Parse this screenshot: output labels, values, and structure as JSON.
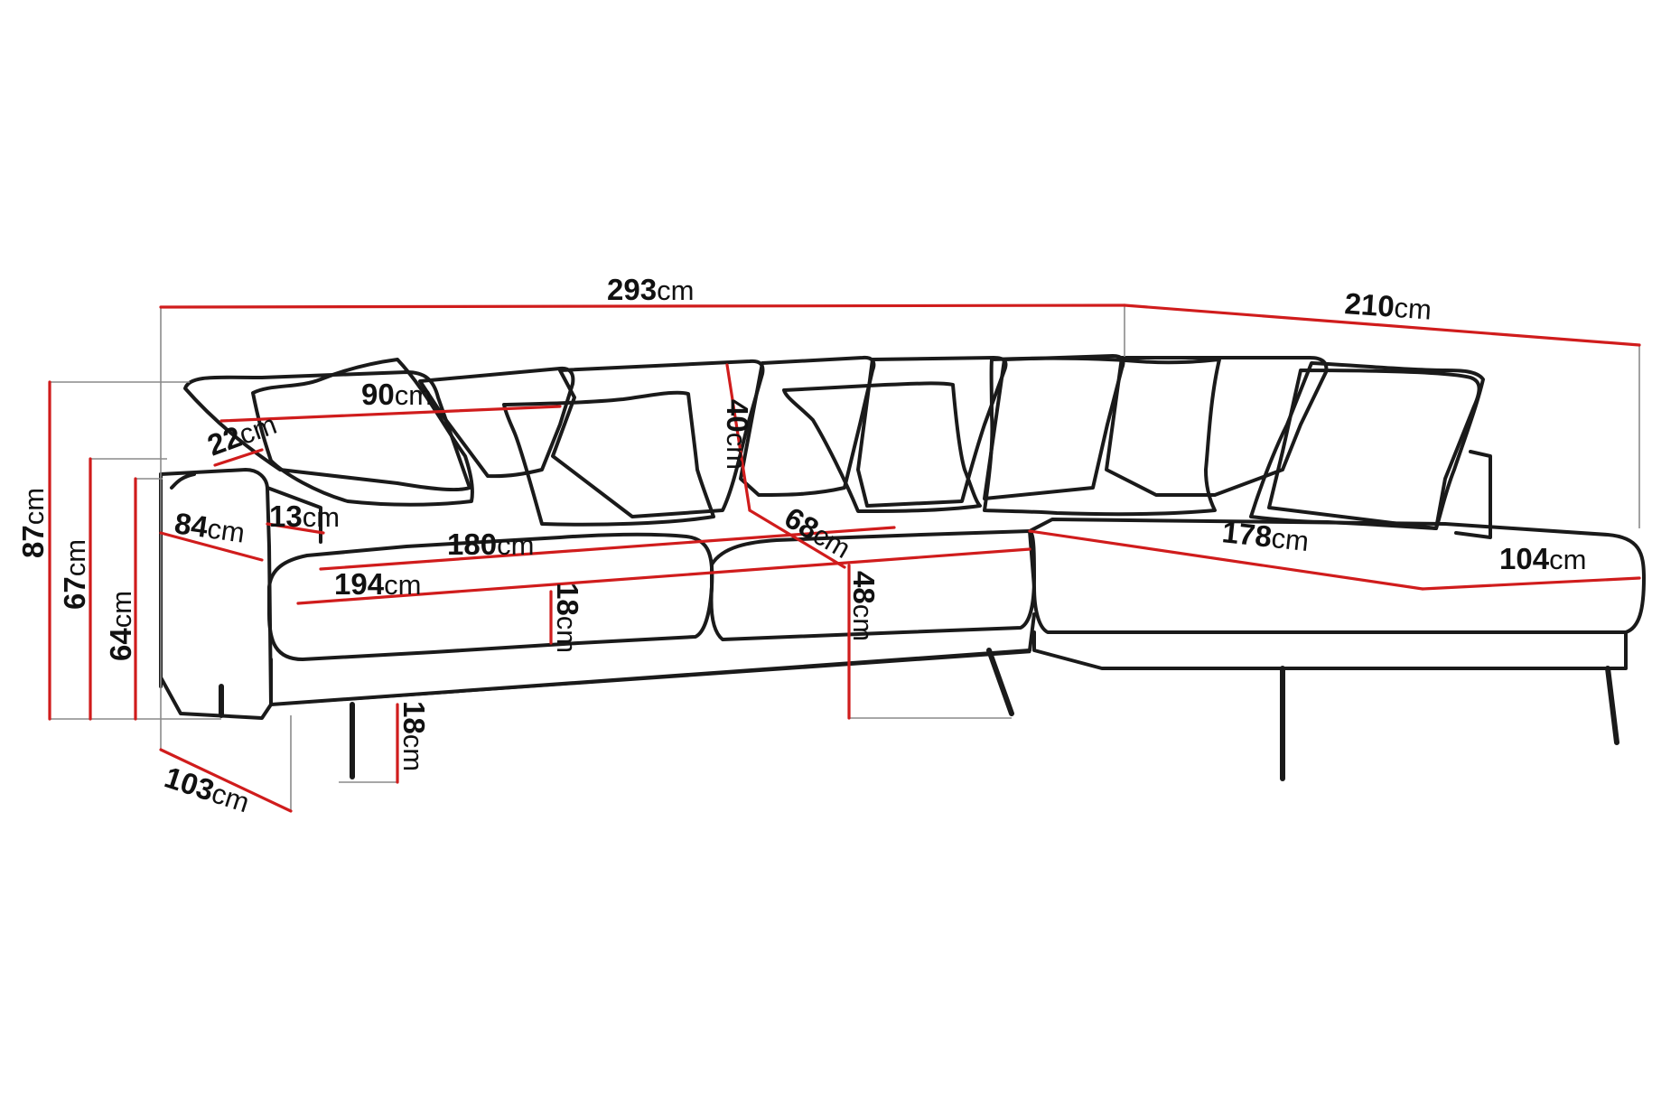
{
  "diagram": {
    "unit": "cm",
    "dimensions": {
      "total_width": "293",
      "chaise_length": "210",
      "pillow_width": "90",
      "pillow_depth": "22",
      "seat_width_back": "180",
      "cushion_length": "194",
      "seat_depth": "68",
      "chaise_width": "178",
      "chaise_depth": "104",
      "arm_depth": "84",
      "arm_width": "13",
      "cushion_height": "18",
      "seat_height": "48",
      "backrest_height": "40",
      "total_height": "87",
      "back_height": "67",
      "arm_height": "64",
      "total_depth": "103",
      "leg_height": "18"
    }
  }
}
